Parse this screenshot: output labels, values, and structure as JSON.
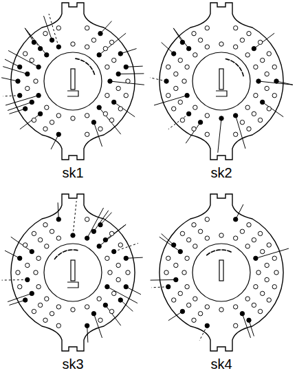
{
  "diagram": {
    "labels": [
      "sk1",
      "sk2",
      "sk3",
      "sk4"
    ]
  }
}
